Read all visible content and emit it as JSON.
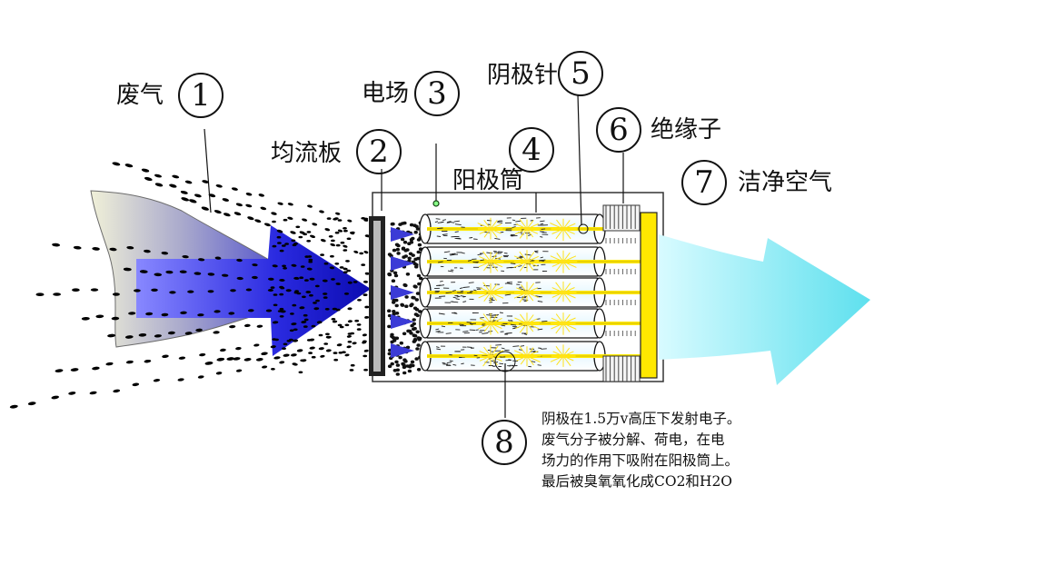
{
  "labels": {
    "exhaust": "废气",
    "field": "电场",
    "plate": "均流板",
    "cathode_needle": "阴极针",
    "anode_tube": "阳极筒",
    "insulator": "绝缘子",
    "clean_air": "洁净空气"
  },
  "numbers": {
    "n1": "1",
    "n2": "2",
    "n3": "3",
    "n4": "4",
    "n5": "5",
    "n6": "6",
    "n7": "7",
    "n8": "8"
  },
  "note": {
    "line1": "阴极在1.5万v高压下发射电子。",
    "line2": "废气分子被分解、荷电，在电",
    "line3": "场力的作用下吸附在阳极筒上。",
    "line4": "最后被臭氧氧化成CO2和H2O"
  },
  "colors": {
    "exhaust_arrow": "#2222cc",
    "clean_arrow": "#7fe6f0",
    "electrode_yellow": "#ffee22",
    "tube_outline": "#111111"
  }
}
